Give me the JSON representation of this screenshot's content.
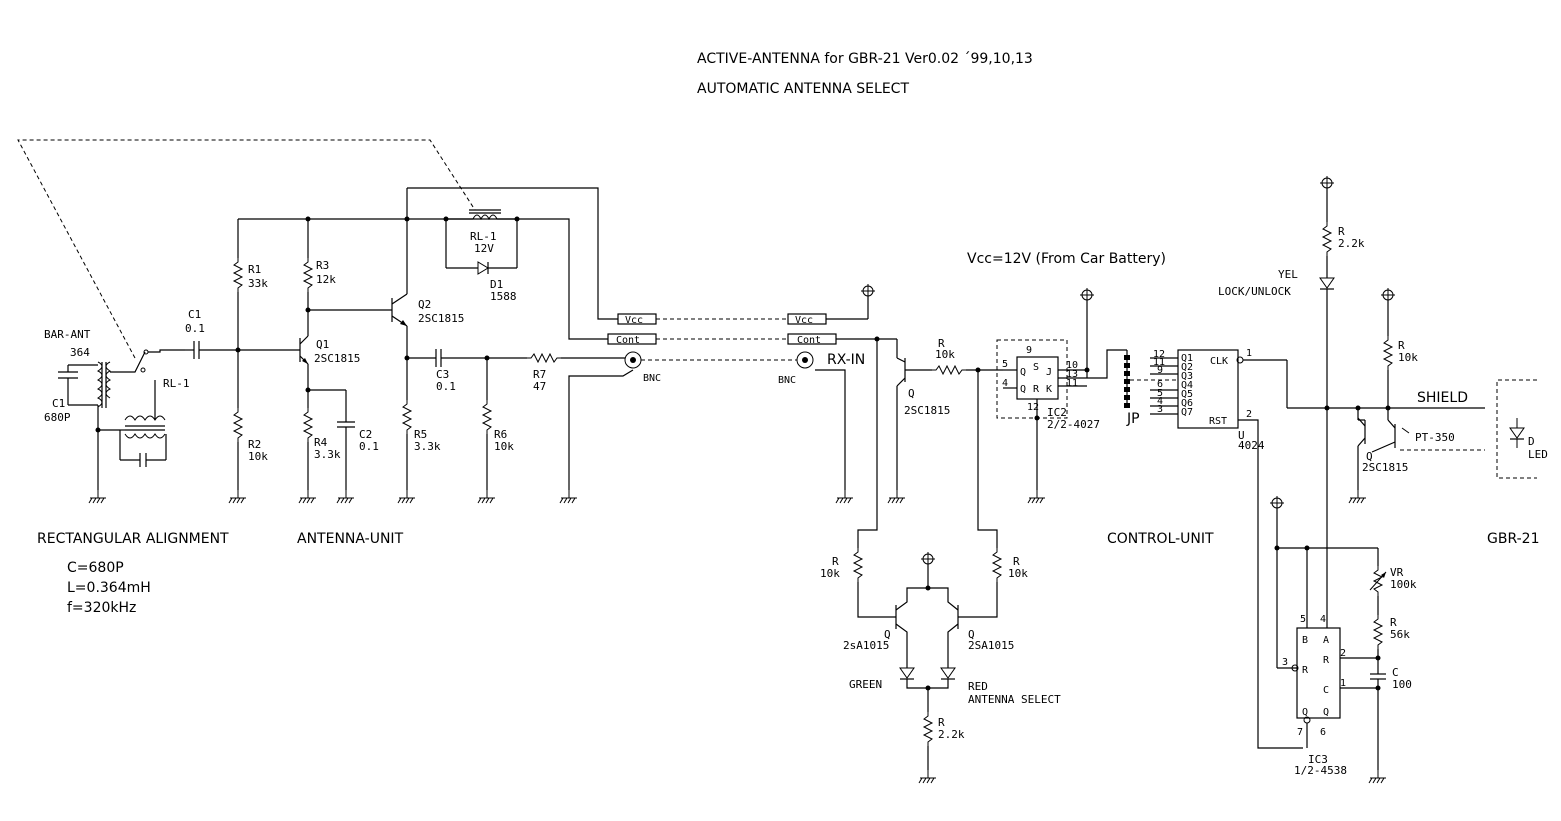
{
  "title": {
    "line1": "ACTIVE-ANTENNA for GBR-21 Ver0.02 ´99,10,13",
    "line2": "AUTOMATIC ANTENNA SELECT"
  },
  "sections": {
    "rect": "RECTANGULAR ALIGNMENT",
    "antenna": "ANTENNA-UNIT",
    "control": "CONTROL-UNIT",
    "gbr": "GBR-21"
  },
  "alignment_specs": [
    "C=680P",
    "L=0.364mH",
    "f=320kHz"
  ],
  "vcc_note": "Vcc=12V (From Car Battery)",
  "labels": {
    "bar_ant": "BAR-ANT",
    "bar_val": "364",
    "c1a_ref": "C1",
    "c1a_val": "680P",
    "rl1a": "RL-1",
    "c1_ref": "C1",
    "c1_val": "0.1",
    "r1_ref": "R1",
    "r1_val": "33k",
    "r2_ref": "R2",
    "r2_val": "10k",
    "r3_ref": "R3",
    "r3_val": "12k",
    "r4_ref": "R4",
    "r4_val": "3.3k",
    "c2_ref": "C2",
    "c2_val": "0.1",
    "q1_ref": "Q1",
    "q1_val": "2SC1815",
    "q2_ref": "Q2",
    "q2_val": "2SC1815",
    "rl1_ref": "RL-1",
    "rl1_val": "12V",
    "d1_ref": "D1",
    "d1_val": "1588",
    "c3_ref": "C3",
    "c3_val": "0.1",
    "r5_ref": "R5",
    "r5_val": "3.3k",
    "r6_ref": "R6",
    "r6_val": "10k",
    "r7_ref": "R7",
    "r7_val": "47",
    "vcc": "Vcc",
    "cont": "Cont",
    "bnc": "BNC",
    "rx_in": "RX-IN",
    "r_ref": "R",
    "r10k": "10k",
    "q_ref": "Q",
    "q_2sc": "2SC1815",
    "q_2sa_l": "2sA1015",
    "q_2sa_r": "2SA1015",
    "green": "GREEN",
    "red": "RED",
    "antenna_select": "ANTENNA SELECT",
    "r2k2": "2.2k",
    "ic2_ref": "IC2",
    "ic2_val": "2/2-4027",
    "jp": "JP",
    "u_ref": "U",
    "u_val": "4024",
    "clk": "CLK",
    "rst": "RST",
    "yel": "YEL",
    "lock": "LOCK/UNLOCK",
    "shield": "SHIELD",
    "pt350": "PT-350",
    "d_ref": "D",
    "led": "LED",
    "vr_ref": "VR",
    "vr_val": "100k",
    "r56k": "56k",
    "c_ref": "C",
    "c_val": "100",
    "ic3_ref": "IC3",
    "ic3_val": "1/2-4538"
  },
  "ic2_pins": {
    "s": "S",
    "j": "J",
    "q": "Q",
    "qbar": "Q",
    "r": "R",
    "k": "K",
    "p9": "9",
    "p10": "10",
    "p13": "13",
    "p11": "11",
    "p5": "5",
    "p4": "4",
    "p12": "12"
  },
  "counter_pins": [
    {
      "num": "12",
      "name": "Q1"
    },
    {
      "num": "11",
      "name": "Q2"
    },
    {
      "num": "9",
      "name": "Q3"
    },
    {
      "num": "6",
      "name": "Q4"
    },
    {
      "num": "5",
      "name": "Q5"
    },
    {
      "num": "4",
      "name": "Q6"
    },
    {
      "num": "3",
      "name": "Q7"
    }
  ],
  "counter_extra": {
    "p1": "1",
    "p2": "2"
  },
  "ic3_pins": {
    "b": "B",
    "a": "A",
    "r_left": "R",
    "r_right": "R",
    "c": "C",
    "q": "Q",
    "qbar": "Q",
    "p5": "5",
    "p4": "4",
    "p3": "3",
    "p2": "2",
    "p1": "1",
    "p7": "7",
    "p6": "6"
  }
}
